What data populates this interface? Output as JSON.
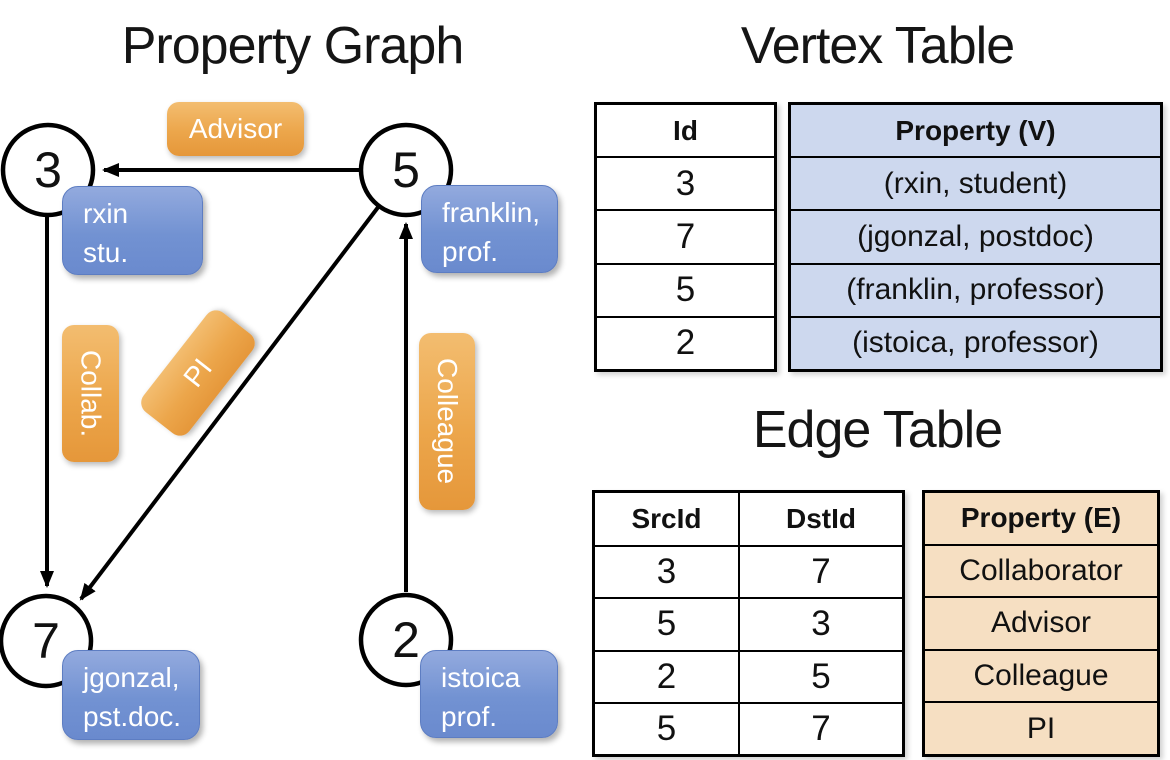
{
  "graph": {
    "title": "Property Graph",
    "nodes": [
      {
        "id": "3",
        "lines": [
          "rxin",
          "stu."
        ]
      },
      {
        "id": "5",
        "lines": [
          "franklin,",
          "prof."
        ]
      },
      {
        "id": "7",
        "lines": [
          "jgonzal,",
          "pst.doc."
        ]
      },
      {
        "id": "2",
        "lines": [
          "istoica",
          "prof."
        ]
      }
    ],
    "edge_labels": {
      "advisor": "Advisor",
      "collaborator": "Collab.",
      "pi": "PI",
      "colleague": "Colleague"
    }
  },
  "vertex_table": {
    "title": "Vertex Table",
    "columns": [
      "Id",
      "Property (V)"
    ],
    "rows": [
      [
        "3",
        "(rxin, student)"
      ],
      [
        "7",
        "(jgonzal, postdoc)"
      ],
      [
        "5",
        "(franklin, professor)"
      ],
      [
        "2",
        "(istoica, professor)"
      ]
    ]
  },
  "edge_table": {
    "title": "Edge Table",
    "columns": [
      "SrcId",
      "DstId",
      "Property (E)"
    ],
    "rows": [
      [
        "3",
        "7",
        "Collaborator"
      ],
      [
        "5",
        "3",
        "Advisor"
      ],
      [
        "2",
        "5",
        "Colleague"
      ],
      [
        "5",
        "7",
        "PI"
      ]
    ]
  },
  "colors": {
    "vertex_cell_bg": "#cdd8ee",
    "edge_cell_bg": "#f6dfc2",
    "vertex_box_blue": "#7292d2",
    "edge_box_orange": "#eca64b",
    "line_color": "#000000"
  }
}
